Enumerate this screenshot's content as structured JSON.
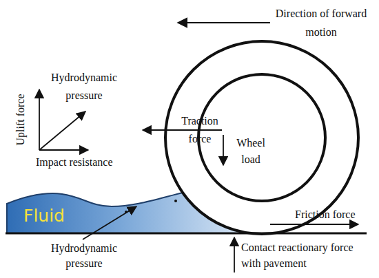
{
  "diagram": {
    "labels": [
      "Direction of forward motion",
      "Uplift force",
      "Hydrodynamic pressure",
      "Impact resistance",
      "Traction force",
      "Wheel load",
      "Fluid",
      "Friction force",
      "Hydrodynamic pressure",
      "Contact reactionary force with pavement"
    ]
  }
}
